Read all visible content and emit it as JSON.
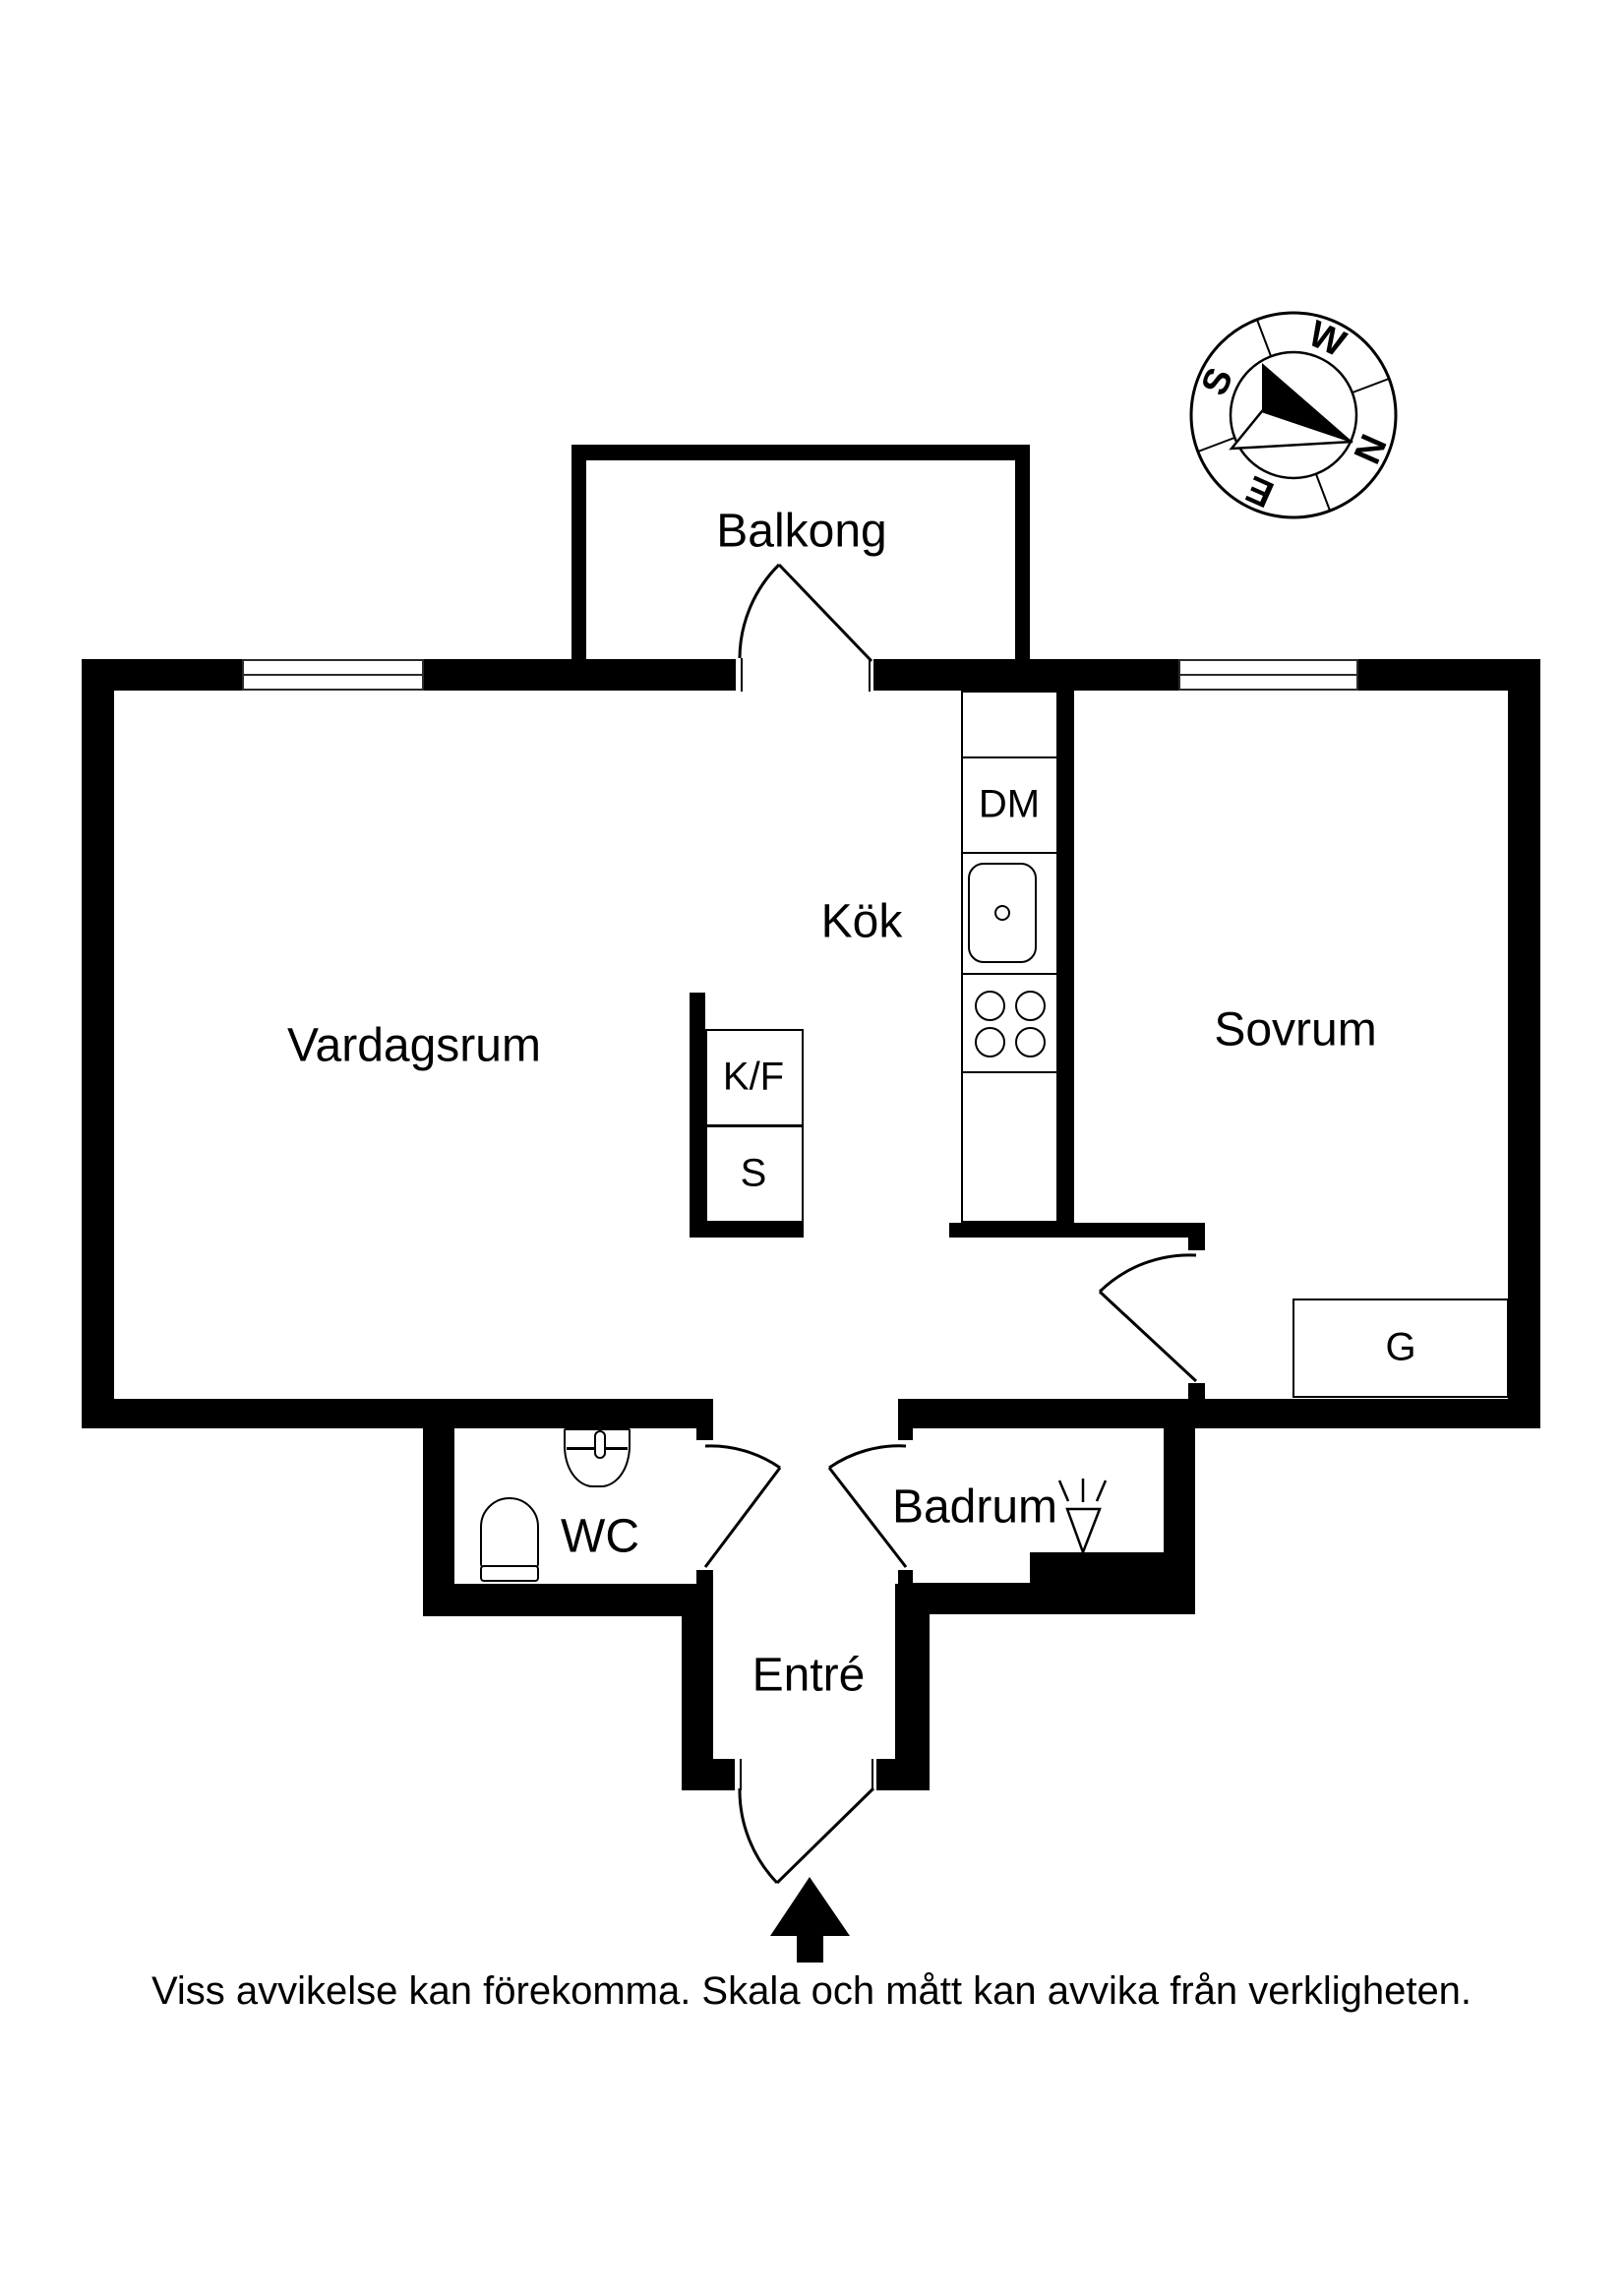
{
  "floorplan": {
    "background": "#ffffff",
    "wall_color": "#000000",
    "rooms": {
      "balcony": "Balkong",
      "kitchen": "Kök",
      "living_room": "Vardagsrum",
      "bedroom": "Sovrum",
      "wc": "WC",
      "bathroom": "Badrum",
      "entry": "Entré"
    },
    "fixtures": {
      "dishwasher": "DM",
      "fridge_freezer": "K/F",
      "pantry": "S",
      "wardrobe": "G"
    },
    "compass": {
      "north": "N",
      "east": "E",
      "south": "S",
      "west": "W"
    },
    "disclaimer": "Viss avvikelse kan förekomma. Skala och mått kan avvika från verkligheten."
  }
}
